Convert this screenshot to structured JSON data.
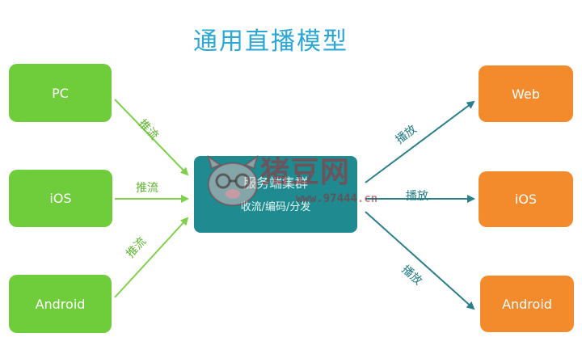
{
  "title": "通用直播模型",
  "sources": [
    {
      "label": "PC"
    },
    {
      "label": "iOS"
    },
    {
      "label": "Android"
    }
  ],
  "server": {
    "name": "服务端集群",
    "desc": "收流/编码/分发"
  },
  "clients": [
    {
      "label": "Web"
    },
    {
      "label": "iOS"
    },
    {
      "label": "Android"
    }
  ],
  "edges": {
    "push_label": "推流",
    "play_label": "播放"
  },
  "watermark": {
    "text": "猪豆网",
    "url": "www.97444.cn"
  },
  "colors": {
    "source_box": "#6fcd3c",
    "client_box": "#f38a2c",
    "server_box": "#1f8a8f",
    "push_arrow": "#7fd14a",
    "play_arrow": "#2b7f88",
    "title": "#2aa7d6"
  }
}
